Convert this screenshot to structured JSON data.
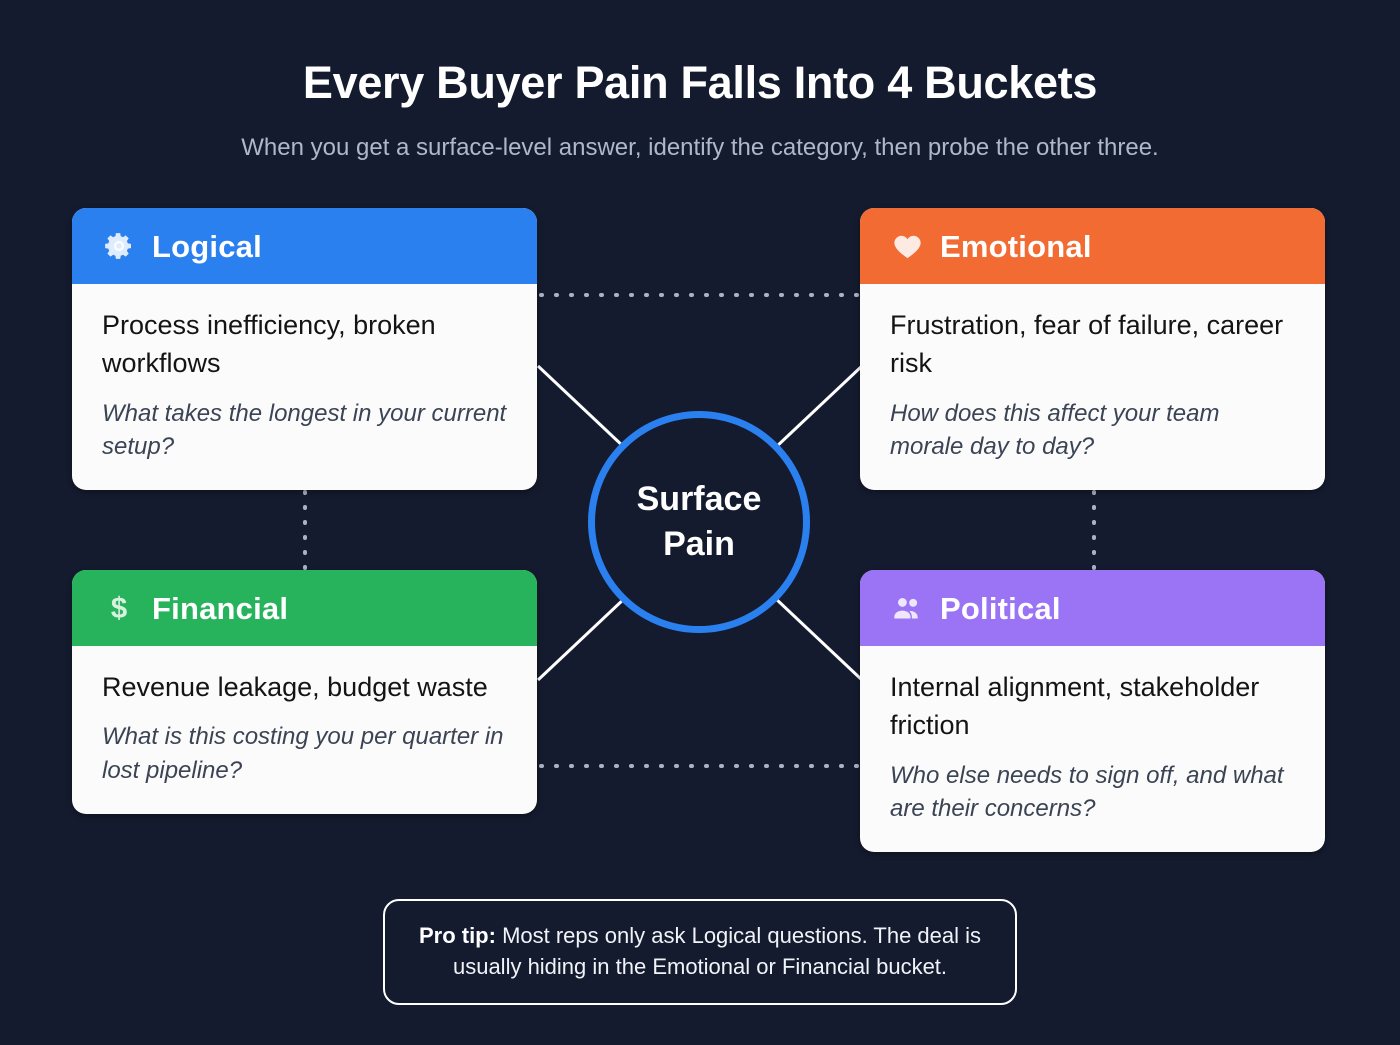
{
  "header": {
    "title": "Every Buyer Pain Falls Into 4 Buckets",
    "subtitle": "When you get a surface-level answer, identify the category, then probe the other three."
  },
  "center": {
    "line1": "Surface",
    "line2": "Pain",
    "ring_color": "#2b80f0"
  },
  "cards": [
    {
      "id": "logical",
      "label": "Logical",
      "icon": "gear-icon",
      "color": "#2b80f0",
      "main": "Process inefficiency, broken workflows",
      "question": "What takes the longest in your current setup?"
    },
    {
      "id": "emotional",
      "label": "Emotional",
      "icon": "heart-icon",
      "color": "#f26b33",
      "main": "Frustration, fear of failure, career risk",
      "question": "How does this affect your team morale day to day?"
    },
    {
      "id": "financial",
      "label": "Financial",
      "icon": "dollar-icon",
      "color": "#27b35c",
      "main": "Revenue leakage, budget waste",
      "question": "What is this costing you per quarter in lost pipeline?"
    },
    {
      "id": "political",
      "label": "Political",
      "icon": "people-icon",
      "color": "#9b73f5",
      "main": "Internal alignment, stakeholder friction",
      "question": "Who else needs to sign off, and what are their concerns?"
    }
  ],
  "protip": {
    "lead": "Pro tip:",
    "text": " Most reps only ask Logical questions. The deal is usually hiding in the Emotional or Financial bucket."
  },
  "theme": {
    "background": "#141b2e",
    "card_background": "#fbfbfb",
    "connector_solid": "#ffffff",
    "connector_dotted": "#aab3c6"
  }
}
